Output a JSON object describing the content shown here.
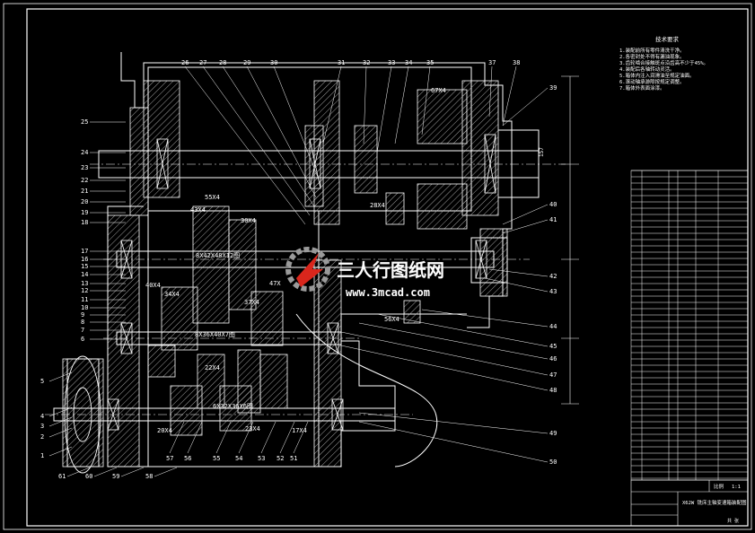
{
  "colors": {
    "background": "#000000",
    "line": "#ffffff",
    "hatch": "#c8c8c8",
    "logo_red": "#d9261c",
    "logo_grey": "#9a9a9a"
  },
  "callouts_top": [
    "26",
    "27",
    "28",
    "29",
    "30",
    "31",
    "32",
    "33",
    "34",
    "35",
    "37",
    "38"
  ],
  "callouts_left": [
    "25",
    "24",
    "23",
    "22",
    "21",
    "20",
    "19",
    "18",
    "17",
    "16",
    "15",
    "14",
    "13",
    "12",
    "11",
    "10",
    "9",
    "8",
    "7",
    "6"
  ],
  "callouts_bottom": [
    "57",
    "56",
    "55",
    "54",
    "53",
    "52",
    "51"
  ],
  "callouts_right": [
    "39",
    "40",
    "41",
    "42",
    "43",
    "44",
    "45",
    "46",
    "47",
    "48",
    "49",
    "50"
  ],
  "callouts_lower_left": [
    "5",
    "4",
    "3",
    "2",
    "1",
    "61",
    "60",
    "59",
    "58"
  ],
  "gear_labels": [
    "67X4",
    "55X4",
    "43X4",
    "30X4",
    "28X4",
    "40X4",
    "34X4",
    "47X",
    "37X4",
    "56X4",
    "22X4",
    "20X4",
    "23X4",
    "17X4"
  ],
  "shaft_labels": [
    "8X42X48X12图",
    "8X36X40X7图",
    "6X32X36X6图"
  ],
  "notes_title": "技术要求",
  "notes": [
    "1.装配前所有零件清洗干净。",
    "2.各密封处不得有漏油现象。",
    "3.齿轮啮合接触斑点沿齿高不少于45%。",
    "4.装配后各轴转动灵活。",
    "5.箱体内注入润滑油至规定油面。",
    "6.滚动轴承游隙按规定调整。",
    "7.箱体外表面涂漆。"
  ],
  "dimension_labels": [
    "157",
    ""
  ],
  "title_block": {
    "drawing_title": "X62W 铣床主轴变速箱装配图",
    "scale_label": "比例",
    "scale_value": "1:1",
    "sheet_label": "共 张"
  },
  "watermark": {
    "brand": "三人行图纸网",
    "url": "www.3mcad.com"
  }
}
